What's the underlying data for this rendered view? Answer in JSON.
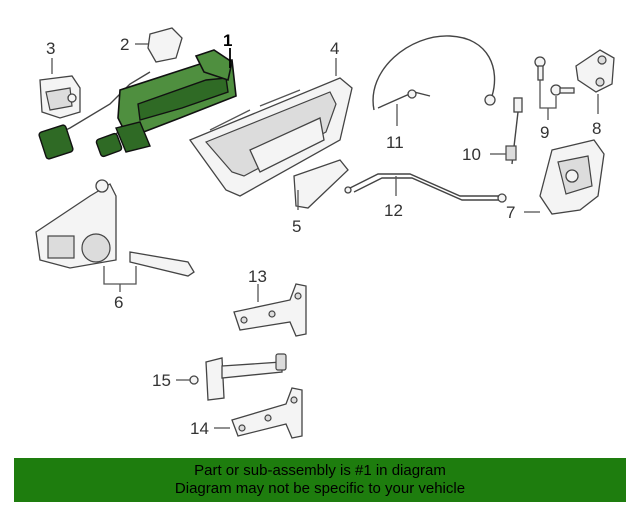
{
  "callouts": {
    "c1": "1",
    "c2": "2",
    "c3": "3",
    "c4": "4",
    "c5": "5",
    "c6": "6",
    "c7": "7",
    "c8": "8",
    "c9": "9",
    "c10": "10",
    "c11": "11",
    "c12": "12",
    "c13": "13",
    "c14": "14",
    "c15": "15"
  },
  "banner": {
    "line1": "Part or sub-assembly is #1 in diagram",
    "line2": "Diagram may not be specific to your vehicle"
  },
  "colors": {
    "highlight": "#4f8f3f",
    "banner_background": "#1e7d0e"
  }
}
